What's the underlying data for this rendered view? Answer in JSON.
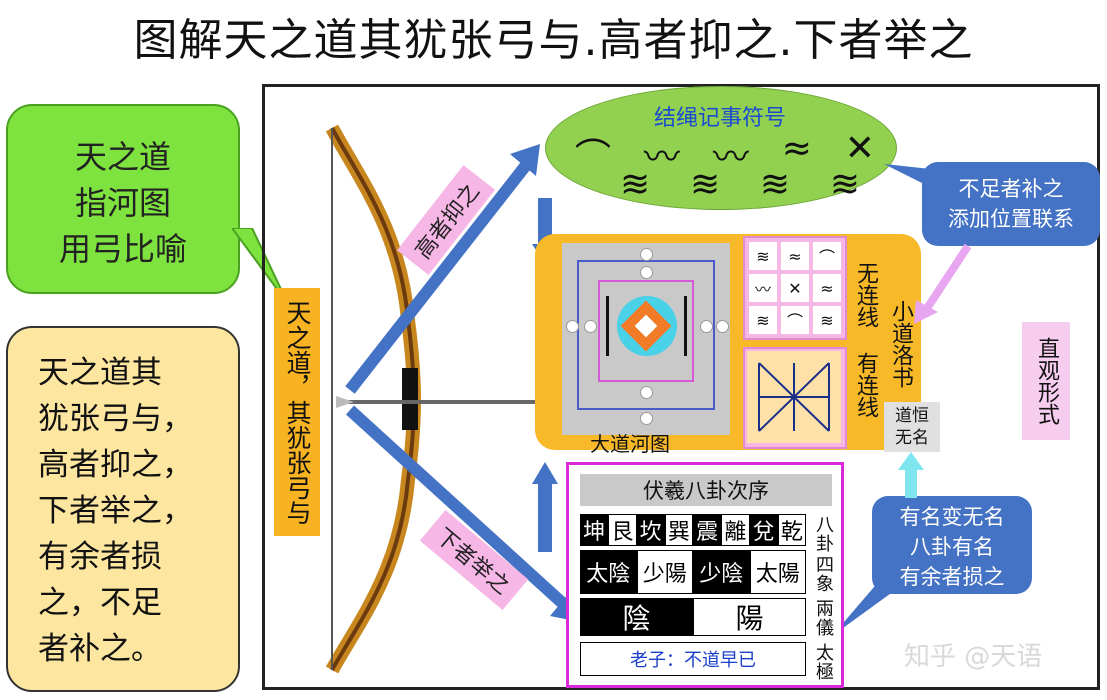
{
  "title": "图解天之道其犹张弓与.高者抑之.下者举之",
  "left_bubble_top": {
    "line1": "天之道",
    "line2": "指河图",
    "line3": "用弓比喻"
  },
  "left_bubble_bottom": {
    "line1": "天之道其",
    "line2": "犹张弓与，",
    "line3": "高者抑之，",
    "line4": "下者举之，",
    "line5": "有余者损",
    "line6": "之，不足",
    "line7": "者补之。"
  },
  "vertical_tag": "天之道，其犹张弓与",
  "arrow_up_label": "高者抑之",
  "arrow_down_label": "下者举之",
  "knots": {
    "title": "结绳记事符号",
    "row1": [
      "⌒",
      "〰",
      "〰",
      "≈",
      "✕"
    ],
    "row2": [
      "≋",
      "≋",
      "≋",
      "≋"
    ]
  },
  "river_map": {
    "label": "大道河图"
  },
  "luoshu": {
    "grid_cells": [
      "≋",
      "≈",
      "⌒",
      "〰",
      "✕",
      "≈",
      "≋",
      "⌒",
      "≋"
    ],
    "no_line": "无连线",
    "with_line": "有连线",
    "small_label": "小道洛书"
  },
  "box_complement": {
    "line1": "不足者补之",
    "line2": "添加位置联系"
  },
  "box_surplus": {
    "line1": "有名变无名",
    "line2": "八卦有名",
    "line3": "有余者损之"
  },
  "intuitive": "直观形式",
  "dao_heng": {
    "line1": "道恒",
    "line2": "无名"
  },
  "bagua": {
    "title": "伏羲八卦次序",
    "trigrams": [
      "坤",
      "艮",
      "坎",
      "巽",
      "震",
      "離",
      "兌",
      "乾"
    ],
    "four": [
      "太陰",
      "少陽",
      "少陰",
      "太陽"
    ],
    "two": [
      "陰",
      "陽"
    ],
    "laozi": "老子：不道早已",
    "side": [
      "八卦",
      "四象",
      "兩儀",
      "太極"
    ]
  },
  "watermark": "知乎 @天语",
  "colors": {
    "green": "#7ee23f",
    "blue": "#4472c4",
    "orange": "#f8b928",
    "pink": "#f6b6e6"
  }
}
